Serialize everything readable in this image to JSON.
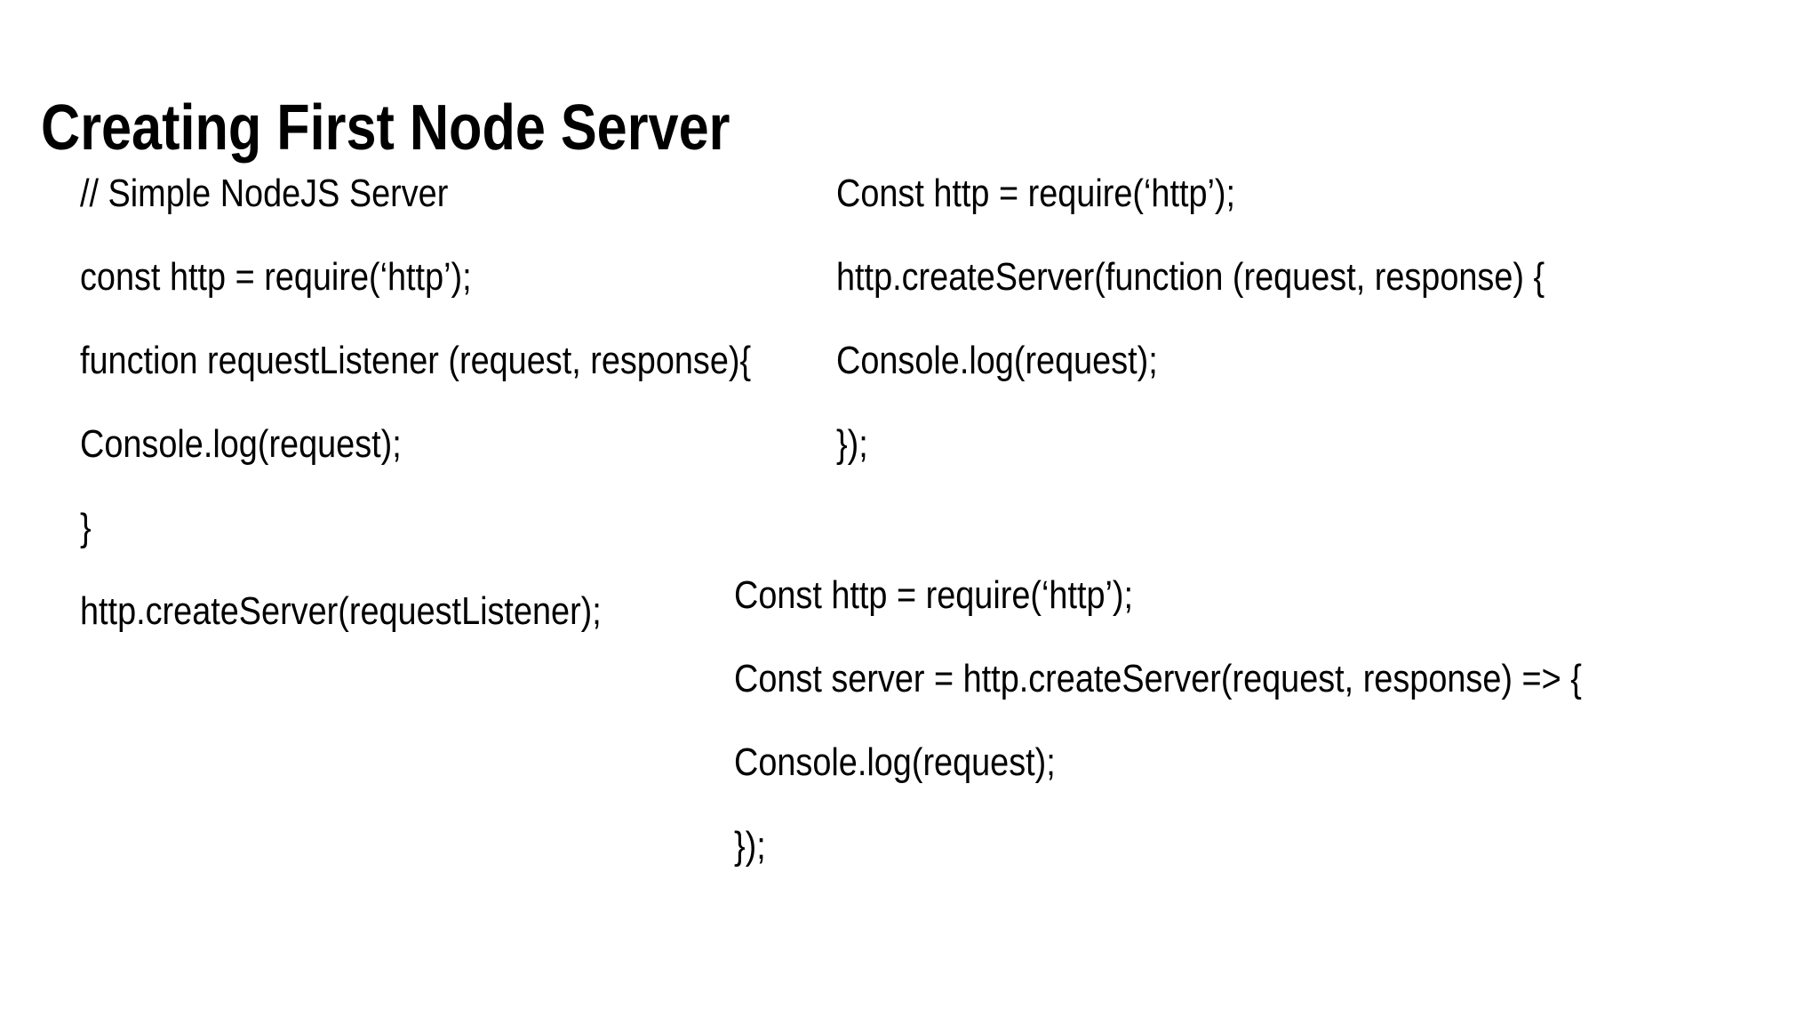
{
  "slide": {
    "title": "Creating First Node Server",
    "code_blocks": [
      {
        "name": "simple-nodejs-server-function-style",
        "lines": [
          "// Simple NodeJS Server",
          "const http = require(‘http’);",
          "function requestListener (request, response){",
          "Console.log(request);",
          "}",
          "http.createServer(requestListener);"
        ]
      },
      {
        "name": "inline-callback-style",
        "lines": [
          "Const http = require(‘http’);",
          "http.createServer(function (request, response) {",
          "Console.log(request);",
          "});"
        ]
      },
      {
        "name": "arrow-function-style",
        "lines": [
          "Const http = require(‘http’);",
          "Const server = http.createServer(request, response) => {",
          "Console.log(request);",
          "});"
        ]
      }
    ]
  },
  "colors": {
    "background": "#ffffff",
    "text": "#000000"
  }
}
